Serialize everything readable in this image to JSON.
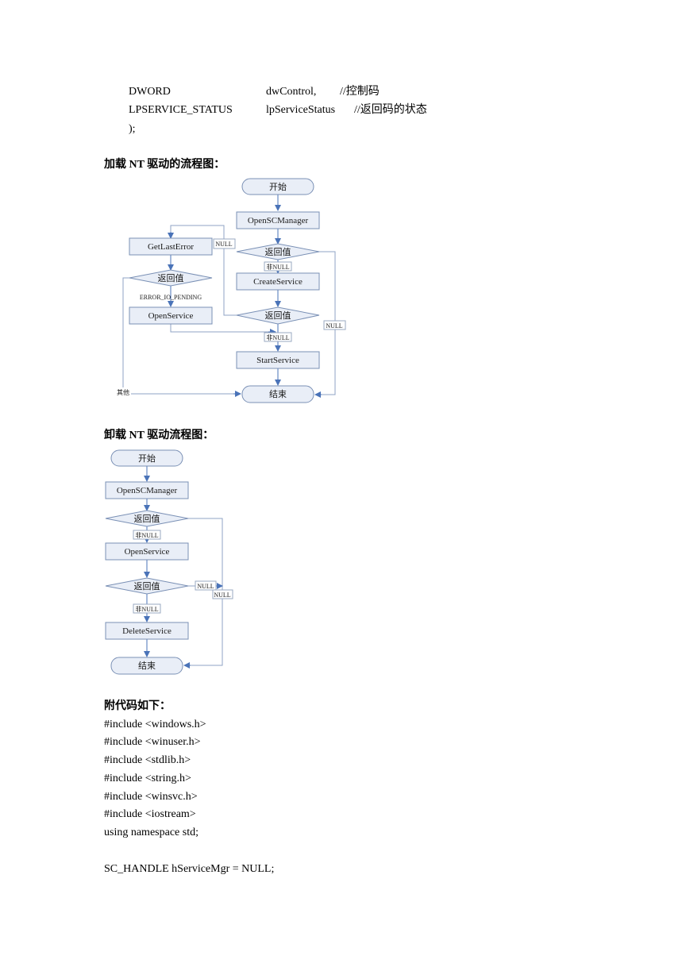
{
  "signature": {
    "lines": [
      {
        "type": "DWORD",
        "name": "dwControl,",
        "comment": "//控制码"
      },
      {
        "type": "LPSERVICE_STATUS",
        "name": "lpServiceStatus",
        "comment": "//返回码的状态"
      }
    ],
    "close": ");"
  },
  "load_section": {
    "heading": "加载 NT 驱动的流程图：",
    "nodes": {
      "start": "开始",
      "open_scm": "OpenSCManager",
      "ret1": "返回值",
      "create": "CreateService",
      "ret2": "返回值",
      "start_service": "StartService",
      "end": "结束",
      "get_last_error": "GetLastError",
      "ret3": "返回值",
      "open_service": "OpenService"
    },
    "labels": {
      "null_top": "NULL",
      "non_null_1": "非NULL",
      "non_null_2": "非NULL",
      "null_right": "NULL",
      "error_io_pending": "ERROR_IO_PENDING",
      "other": "其他"
    }
  },
  "unload_section": {
    "heading": "卸载 NT 驱动流程图：",
    "nodes": {
      "start": "开始",
      "open_scm": "OpenSCManager",
      "ret1": "返回值",
      "open_service": "OpenService",
      "ret2": "返回值",
      "delete": "DeleteService",
      "end": "结束"
    },
    "labels": {
      "non_null_1": "非NULL",
      "null_mid": "NULL",
      "null_right": "NULL",
      "non_null_2": "非NULL"
    }
  },
  "code_section": {
    "heading": "附代码如下：",
    "lines": [
      "#include <windows.h>",
      "#include <winuser.h>",
      "#include <stdlib.h>",
      "#include <string.h>",
      "#include <winsvc.h>",
      "#include <iostream>",
      "using namespace std;",
      "",
      "SC_HANDLE hServiceMgr = NULL;"
    ]
  },
  "colors": {
    "node_fill": "#e9eef7",
    "node_stroke": "#7a90b5",
    "arrow": "#4a73b8",
    "line": "#8fa3c4"
  }
}
